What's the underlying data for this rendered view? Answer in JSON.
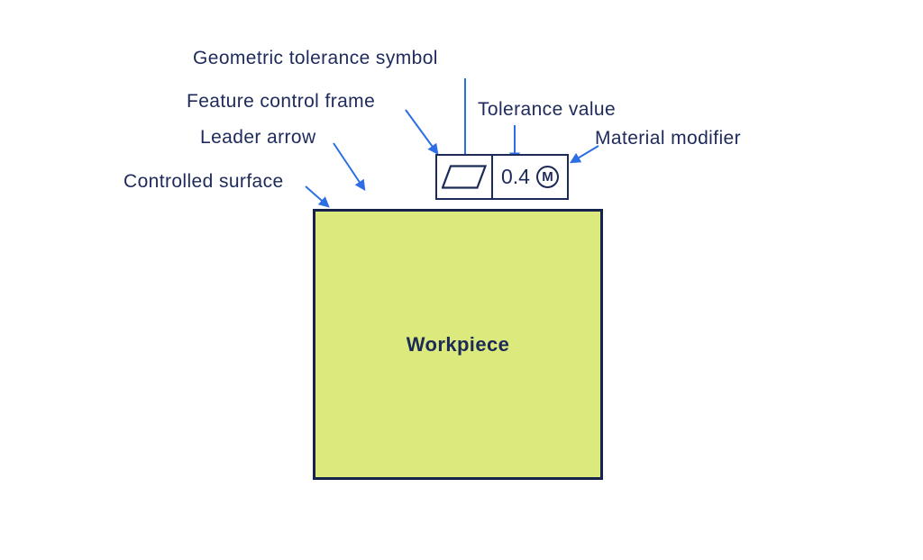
{
  "diagram": {
    "labels": {
      "geometric_tolerance_symbol": "Geometric tolerance symbol",
      "feature_control_frame": "Feature control frame",
      "leader_arrow": "Leader arrow",
      "controlled_surface": "Controlled surface",
      "tolerance_value": "Tolerance value",
      "material_modifier": "Material modifier"
    },
    "feature_control_frame": {
      "geometric_symbol_icon": "flatness-parallelogram-icon",
      "tolerance_value": "0.4",
      "material_modifier_symbol": "M"
    },
    "workpiece": {
      "label": "Workpiece"
    },
    "colors": {
      "label_text": "#1d2a5b",
      "arrow": "#2c6ee4",
      "frame_outline": "#1b2a56",
      "workpiece_fill": "#dcea7d",
      "workpiece_border": "#16234d"
    }
  }
}
